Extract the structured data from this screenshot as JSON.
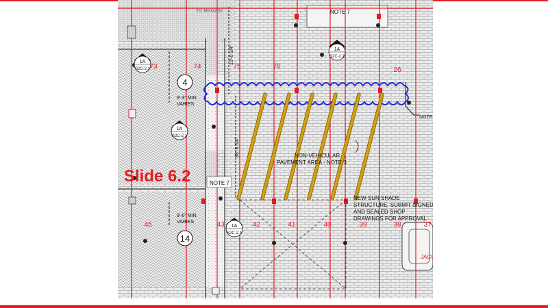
{
  "slide_label": "Slide 6.2",
  "colors": {
    "frame": "#e31b23",
    "gridline": "#e31b23",
    "revision_cloud": "#1f2bd1",
    "shade_beams": "#d4a017"
  },
  "notes": {
    "to_remain": "TO REMAIN",
    "note7_top": "NOTE 7",
    "note7_mid": "NOTE 7",
    "note_right": "NOTE"
  },
  "gridline_numbers": {
    "g73": "73",
    "g74": "74",
    "g75": "75",
    "g76": "76",
    "g26": "26",
    "g45": "45",
    "g43": "43",
    "g42": "42",
    "g41": "41",
    "g40": "40",
    "g39": "39",
    "g38": "38",
    "g37": "37"
  },
  "dimensions": {
    "top_vertical": "10'-0 3/4\"",
    "left_vertical": "88'-8 3/4\"",
    "min1_line1": "9'-3\" MIN",
    "min1_line2": "VARIES",
    "min2_line1": "9'-0\" MIN",
    "min2_line2": "VARIES"
  },
  "circles": {
    "c4": "4",
    "c14": "14"
  },
  "detail_tags": [
    {
      "top": "1A",
      "bottom": "S2C-2.1"
    },
    {
      "top": "1A",
      "bottom": "S2C-2.1"
    },
    {
      "top": "1A",
      "bottom": "S2C-2.1"
    },
    {
      "top": "1A",
      "bottom": "S2C-2.1"
    }
  ],
  "area_label": {
    "line1": "NON-VEHICULAR",
    "line2": "PAVEMENT AREA - NOTE 3"
  },
  "shade_note": {
    "line1": "NEW SUN SHADE",
    "line2": "STRUCTURE. SUBMIT SIGNED",
    "line3": "AND SEALED SHOP",
    "line4": "DRAWINGS FOR APPROVAL"
  },
  "jacuzzi_label": "JACU"
}
